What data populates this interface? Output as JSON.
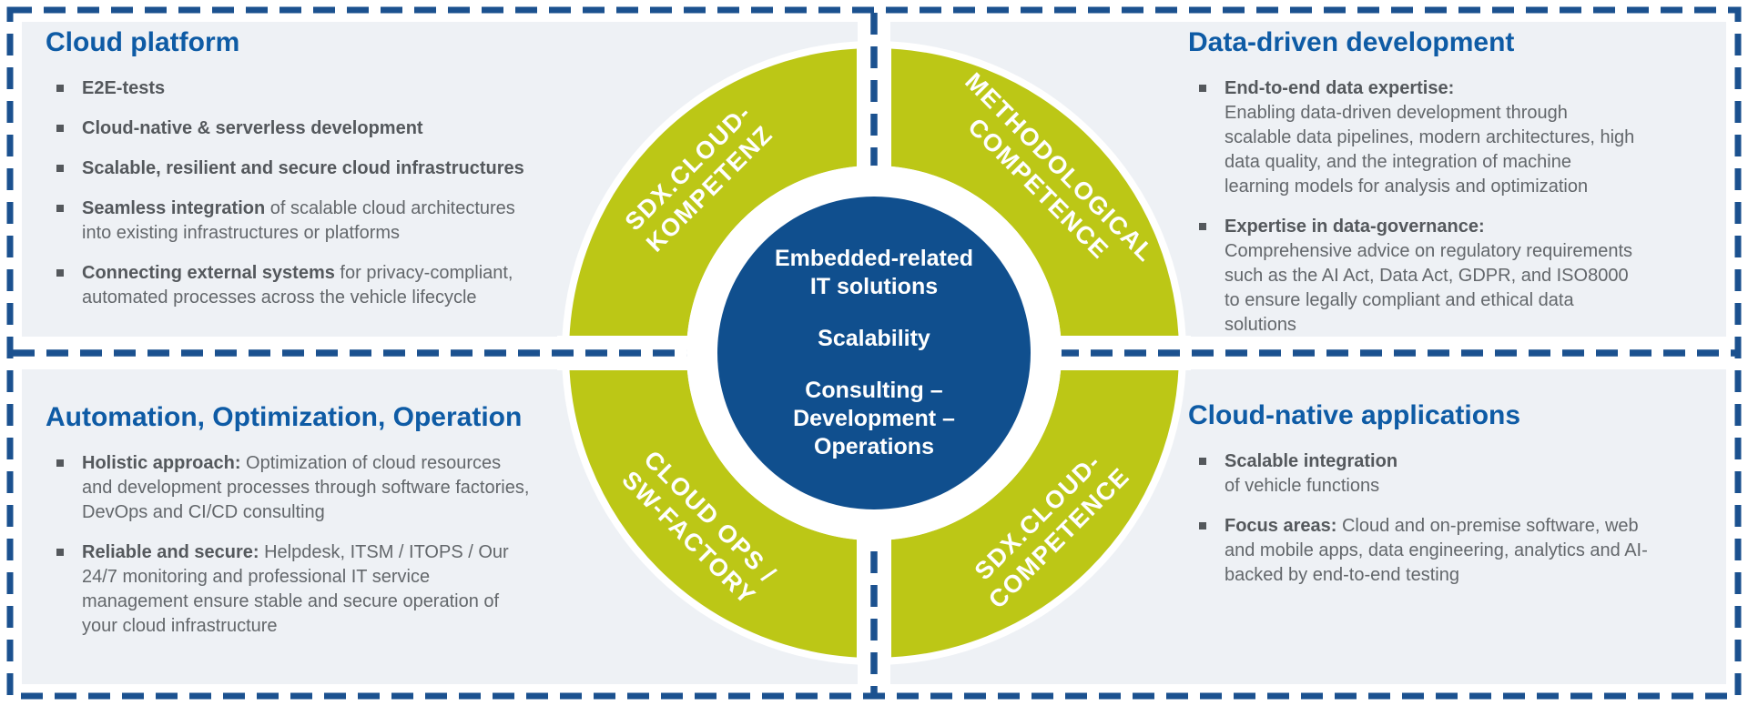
{
  "quadrants": {
    "top_left": {
      "title": "Cloud platform",
      "bullets": [
        {
          "lead": "E2E-tests",
          "rest": ""
        },
        {
          "lead": "Cloud-native & serverless development",
          "rest": ""
        },
        {
          "lead": "Scalable, resilient and secure cloud infrastructures",
          "rest": ""
        },
        {
          "lead": "Seamless integration",
          "rest": " of scalable cloud architectures into existing infrastructures or platforms"
        },
        {
          "lead": "Connecting external systems",
          "rest": " for privacy-compliant, automated processes across the vehicle lifecycle"
        }
      ]
    },
    "top_right": {
      "title": "Data-driven development",
      "bullets": [
        {
          "lead": "End-to-end data expertise:",
          "rest": "Enabling data-driven development through scalable data pipelines, modern architectures, high data quality, and the integration of machine learning models for analysis and optimization"
        },
        {
          "lead": "Expertise in data-governance:",
          "rest": "Comprehensive advice on regulatory requirements such as the AI Act, Data Act, GDPR, and ISO8000 to ensure legally compliant and ethical data solutions"
        }
      ]
    },
    "bottom_left": {
      "title": "Automation, Optimization, Operation",
      "bullets": [
        {
          "lead": "Holistic approach:",
          "rest": " Optimization of cloud resources and development processes through software factories, DevOps and CI/CD consulting"
        },
        {
          "lead": "Reliable and secure:",
          "rest": " Helpdesk, ITSM / ITOPS / Our 24/7 monitoring and professional IT service management ensure stable and secure operation of your cloud infrastructure"
        }
      ]
    },
    "bottom_right": {
      "title": "Cloud-native applications",
      "bullets": [
        {
          "lead": "Scalable integration",
          "rest": "of vehicle functions"
        },
        {
          "lead": "Focus areas:",
          "rest": " Cloud and on-premise software, web and mobile apps, data engineering, analytics and AI-backed by end-to-end testing"
        }
      ]
    }
  },
  "ring": {
    "segments": [
      {
        "position": "top-left",
        "line1": "SDX.CLOUD-",
        "line2": "KOMPETENZ"
      },
      {
        "position": "top-right",
        "line1": "METHODOLOGICAL",
        "line2": "COMPETENCE"
      },
      {
        "position": "bottom-left",
        "line1": "CLOUD OPS /",
        "line2": "SW-FACTORY"
      },
      {
        "position": "bottom-right",
        "line1": "SDX.CLOUD-",
        "line2": "COMPETENCE"
      }
    ]
  },
  "center_circle": {
    "line1": "Embedded-related",
    "line2": "IT solutions",
    "line3": "Scalability",
    "line4": "Consulting –",
    "line5": "Development –",
    "line6": "Operations"
  },
  "colors": {
    "lime": "#bcc716",
    "navy_circle": "#104f8e",
    "dash_navy": "#1b518f",
    "title_blue": "#0e5ba5",
    "panel_gray": "#eef1f5",
    "text_bold_gray": "#54585c",
    "text_gray": "#63676b"
  }
}
